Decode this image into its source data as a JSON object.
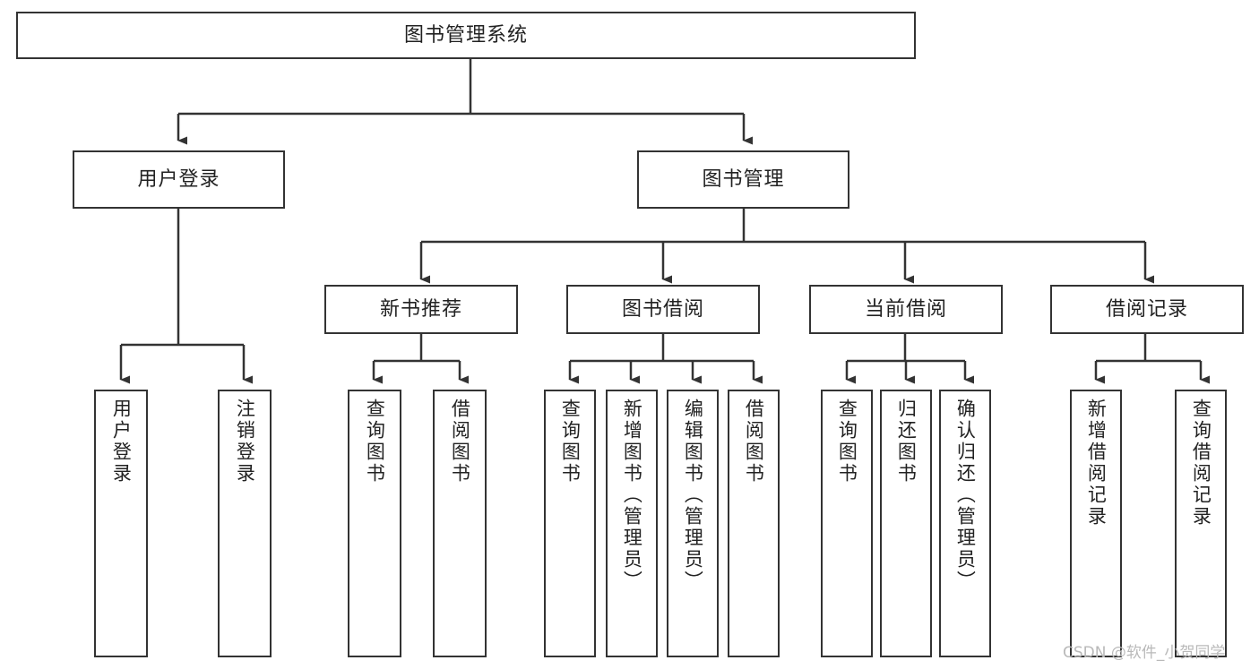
{
  "diagram": {
    "title": "图书管理系统",
    "type": "tree-hierarchy-chart",
    "watermark": "CSDN @软件_小贺同学",
    "line_color": "#333333",
    "box_fill": "#ffffff",
    "text_color": "#222222",
    "levels": {
      "level1": [
        {
          "id": "root",
          "label": "图书管理系统"
        }
      ],
      "level2": [
        {
          "id": "user-login",
          "label": "用户登录"
        },
        {
          "id": "book-manage",
          "label": "图书管理"
        }
      ],
      "level3": [
        {
          "id": "new-book-rec",
          "label": "新书推荐"
        },
        {
          "id": "book-borrow",
          "label": "图书借阅"
        },
        {
          "id": "current-borrow",
          "label": "当前借阅"
        },
        {
          "id": "borrow-record",
          "label": "借阅记录"
        }
      ],
      "level4": [
        {
          "id": "leaf-user-login",
          "label": "用户登录",
          "parent": "user-login"
        },
        {
          "id": "leaf-logout",
          "label": "注销登录",
          "parent": "user-login"
        },
        {
          "id": "leaf-query-book-1",
          "label": "查询图书",
          "parent": "new-book-rec"
        },
        {
          "id": "leaf-borrow-book-1",
          "label": "借阅图书",
          "parent": "new-book-rec"
        },
        {
          "id": "leaf-query-book-2",
          "label": "查询图书",
          "parent": "book-borrow"
        },
        {
          "id": "leaf-add-book",
          "label": "新增图书（管理员）",
          "parent": "book-borrow"
        },
        {
          "id": "leaf-edit-book",
          "label": "编辑图书（管理员）",
          "parent": "book-borrow"
        },
        {
          "id": "leaf-borrow-book-2",
          "label": "借阅图书",
          "parent": "book-borrow"
        },
        {
          "id": "leaf-query-book-3",
          "label": "查询图书",
          "parent": "current-borrow"
        },
        {
          "id": "leaf-return-book",
          "label": "归还图书",
          "parent": "current-borrow"
        },
        {
          "id": "leaf-confirm-return",
          "label": "确认归还（管理员）",
          "parent": "current-borrow"
        },
        {
          "id": "leaf-add-record",
          "label": "新增借阅记录",
          "parent": "borrow-record"
        },
        {
          "id": "leaf-query-record",
          "label": "查询借阅记录",
          "parent": "borrow-record"
        }
      ]
    }
  }
}
